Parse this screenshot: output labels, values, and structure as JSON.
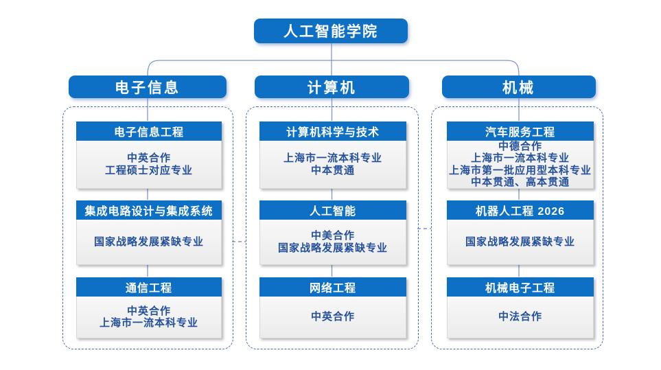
{
  "title": "人工智能学院",
  "colors": {
    "primary_blue": "#0d70c5",
    "dashed_border_blue": "#4468bd",
    "connector_blue": "#7f94d6",
    "body_text_blue": "#24509b",
    "card_body_bg": "#f0f0f0",
    "node_text": "#ffffff"
  },
  "columns": [
    {
      "header": "电子信息",
      "programs": [
        {
          "name": "电子信息工程",
          "desc": "中英合作\n工程硕士对应专业"
        },
        {
          "name": "集成电路设计与集成系统",
          "desc": "国家战略发展紧缺专业"
        },
        {
          "name": "通信工程",
          "desc": "中英合作\n上海市一流本科专业"
        }
      ]
    },
    {
      "header": "计算机",
      "programs": [
        {
          "name": "计算机科学与技术",
          "desc": "上海市一流本科专业\n中本贯通"
        },
        {
          "name": "人工智能",
          "desc": "中美合作\n国家战略发展紧缺专业"
        },
        {
          "name": "网络工程",
          "desc": "中英合作"
        }
      ]
    },
    {
      "header": "机械",
      "programs": [
        {
          "name": "汽车服务工程",
          "desc": "中德合作\n上海市一流本科专业\n上海市第一批应用型本科专业\n中本贯通、高本贯通"
        },
        {
          "name": "机器人工程 2026",
          "desc": "国家战略发展紧缺专业"
        },
        {
          "name": "机械电子工程",
          "desc": "中法合作"
        }
      ]
    }
  ]
}
